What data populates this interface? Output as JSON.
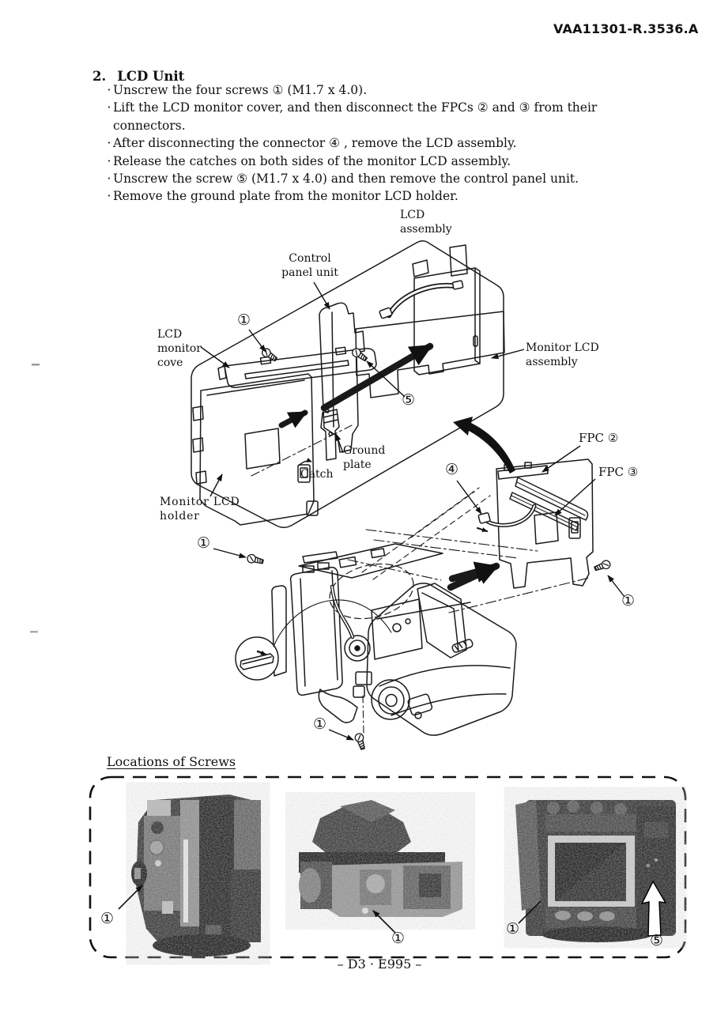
{
  "header": {
    "doc_code": "VAA11301-R.3536.A"
  },
  "section": {
    "number": "2.",
    "title": "LCD Unit",
    "bullet": "·",
    "steps": [
      "Unscrew the four screws ① (M1.7 x 4.0).",
      "Lift the LCD monitor cover, and then disconnect the FPCs ② and ③ from their connectors.",
      "After disconnecting the connector ④ , remove the LCD assembly.",
      "Release the catches on both sides of the monitor LCD assembly.",
      "Unscrew the screw ⑤ (M1.7 x 4.0) and then remove the control panel unit.",
      "Remove the ground plate from the monitor LCD holder."
    ]
  },
  "diagram": {
    "labels": {
      "lcd_assembly": "LCD assembly",
      "control_panel_unit": "Control panel unit",
      "lcd_monitor_cover": "LCD monitor cove",
      "monitor_lcd_assembly": "Monitor LCD assembly",
      "ground_plate": "Ground plate",
      "catch": "Catch",
      "monitor_lcd_holder": "Monitor LCD holder",
      "fpc_2": "FPC ②",
      "fpc_3": "FPC ③"
    },
    "callouts": {
      "screw_1": "①",
      "connector_4": "④",
      "screw_5": "⑤"
    }
  },
  "screw_locations": {
    "heading": "Locations of Screws",
    "callouts": {
      "screw_1": "①",
      "screw_5": "⑤"
    }
  },
  "footer": {
    "page_code": "– D3 · E995 –"
  }
}
